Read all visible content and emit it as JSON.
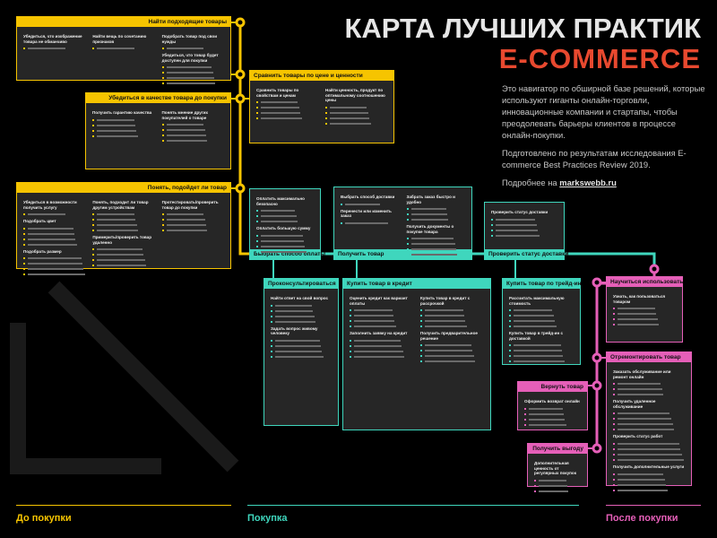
{
  "title": {
    "line1": "КАРТА ЛУЧШИХ ПРАКТИК",
    "line2": "E-COMMERCE"
  },
  "intro": {
    "p1": "Это навигатор по обширной базе решений, которые используют гиганты онлайн-торговли, инновационные компании и стартапы, чтобы преодолевать барьеры клиентов в процессе онлайн-покупки.",
    "p2": "Подготовлено по результатам исследования E-commerce Best Practices Review 2019.",
    "p3_prefix": "Подробнее на ",
    "link": "markswebb.ru"
  },
  "colors": {
    "before": "#f6c400",
    "purchase": "#3fd6bd",
    "after": "#e55fb8",
    "accent": "#e8492f"
  },
  "stages": {
    "before": "До покупки",
    "purchase": "Покупка",
    "after": "После покупки"
  },
  "boxes": [
    {
      "id": "find",
      "title": "Найти подходящие товары",
      "cols": [
        [
          "Убедиться, что изображение товара не обманчиво"
        ],
        [
          "Найти вещь по сочетанию признаков"
        ],
        [
          "Подобрать товар под свои нужды",
          "Убедиться, что товар будет доступен для покупки"
        ]
      ]
    },
    {
      "id": "compare",
      "title": "Сравнить товары по цене и ценности",
      "cols": [
        [
          "Сравнить товары по свойствам и ценам"
        ],
        [
          "Найти ценность, продукт по оптимальному соотношению цены"
        ]
      ]
    },
    {
      "id": "quality",
      "title": "Убедиться в качестве товара до покупки",
      "cols": [
        [
          "Получить гарантию качества"
        ],
        [
          "Понять мнение других покупателей о товаре"
        ]
      ]
    },
    {
      "id": "fit",
      "title": "Понять, подойдет ли товар",
      "cols": [
        [
          "Убедиться в возможности получить услугу",
          "Подобрать цвет",
          "Подобрать размер"
        ],
        [
          "Понять, подходит ли товар другим устройствам",
          "Примерить/проверить товар удаленно"
        ],
        [
          "Протестировать/проверить товар до покупки"
        ]
      ]
    },
    {
      "id": "payment",
      "title": "Выбрать способ оплаты",
      "cols": [
        [
          "Оплатить максимально безопасно",
          "Оплатить большую сумму"
        ]
      ]
    },
    {
      "id": "receive",
      "title": "Получить товар",
      "cols": [
        [
          "Выбрать способ доставки",
          "Перенести или изменить заказ"
        ],
        [
          "Забрать заказ быстро и удобно",
          "Получить документы о покупке товара"
        ]
      ]
    },
    {
      "id": "status",
      "title": "Проверить статус доставки",
      "cols": [
        [
          "Проверить статус доставки"
        ]
      ]
    },
    {
      "id": "consult",
      "title": "Проконсультироваться",
      "cols": [
        [
          "Найти ответ на свой вопрос",
          "Задать вопрос живому человеку"
        ]
      ]
    },
    {
      "id": "credit",
      "title": "Купить товар в кредит",
      "cols": [
        [
          "Оценить кредит как вариант оплаты",
          "Заполнить заявку на кредит"
        ],
        [
          "Купить товар в кредит с рассрочкой",
          "Получить предварительное решение"
        ]
      ]
    },
    {
      "id": "tradein",
      "title": "Купить товар по трейд-ин",
      "cols": [
        [
          "Рассчитать максимальную стоимость",
          "Купить товар в трейд-ин с доставкой"
        ]
      ]
    },
    {
      "id": "learn",
      "title": "Научиться использовать",
      "cols": [
        [
          "Узнать, как пользоваться товаром"
        ]
      ]
    },
    {
      "id": "repair",
      "title": "Отремонтировать товар",
      "cols": [
        [
          "Заказать обслуживание или ремонт онлайн",
          "Получить удаленное обслуживание",
          "Проверить статус работ",
          "Получить дополнительные услуги"
        ]
      ]
    },
    {
      "id": "return",
      "title": "Вернуть товар",
      "cols": [
        [
          "Оформить возврат онлайн"
        ]
      ]
    },
    {
      "id": "benefit",
      "title": "Получить выгоду",
      "cols": [
        [
          "Дополнительная ценность от регулярных покупок"
        ]
      ]
    }
  ]
}
